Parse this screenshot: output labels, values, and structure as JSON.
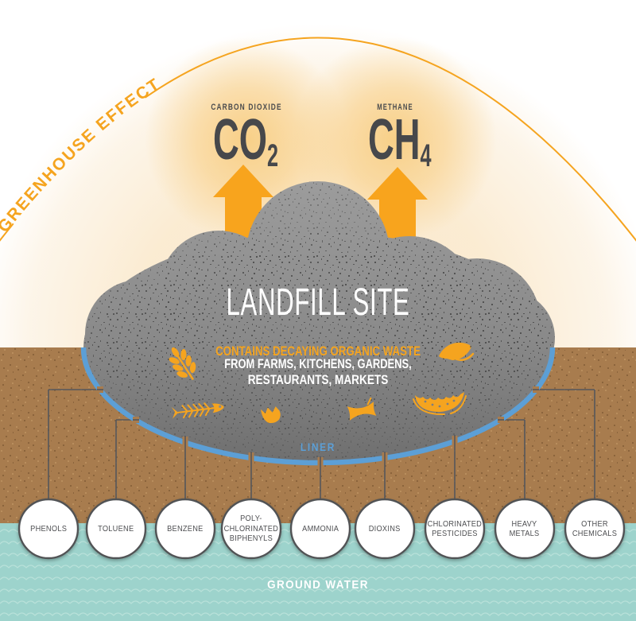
{
  "greenhouse": {
    "arc_label": "GREENHOUSE EFFECT"
  },
  "emissions": [
    {
      "name": "CARBON DIOXIDE",
      "formula": "CO",
      "subscript": "2",
      "icon": "up-arrow-icon"
    },
    {
      "name": "METHANE",
      "formula": "CH",
      "subscript": "4",
      "icon": "up-arrow-icon"
    }
  ],
  "landfill": {
    "title": "LANDFILL SITE",
    "subtitle": "CONTAINS DECAYING ORGANIC WASTE",
    "description_line1": "FROM FARMS, KITCHENS, GARDENS,",
    "description_line2": "RESTAURANTS, MARKETS",
    "liner_label": "LINER",
    "waste_icons": [
      "wheat-icon",
      "leaf-icon",
      "fishbone-icon",
      "eggshell-icon",
      "apple-core-icon",
      "melon-rind-icon"
    ]
  },
  "chemicals": [
    {
      "label": "PHENOLS"
    },
    {
      "label": "TOLUENE"
    },
    {
      "label": "BENZENE"
    },
    {
      "label": "POLY-\nCHLORINATED\nBIPHENYLS"
    },
    {
      "label": "AMMONIA"
    },
    {
      "label": "DIOXINS"
    },
    {
      "label": "CHLORINATED\nPESTICIDES"
    },
    {
      "label": "HEAVY\nMETALS"
    },
    {
      "label": "OTHER\nCHEMICALS"
    }
  ],
  "groundwater": {
    "label": "GROUND WATER"
  },
  "colors": {
    "accent_orange": "#F5A41F",
    "arrow_orange": "#F8A41D",
    "cloud_gray": "#8C8C8C",
    "ground_brown": "#A87C4E",
    "water_teal": "#9DD3CC",
    "liner_blue": "#5C9FD6",
    "dark_text": "#494B4D"
  }
}
